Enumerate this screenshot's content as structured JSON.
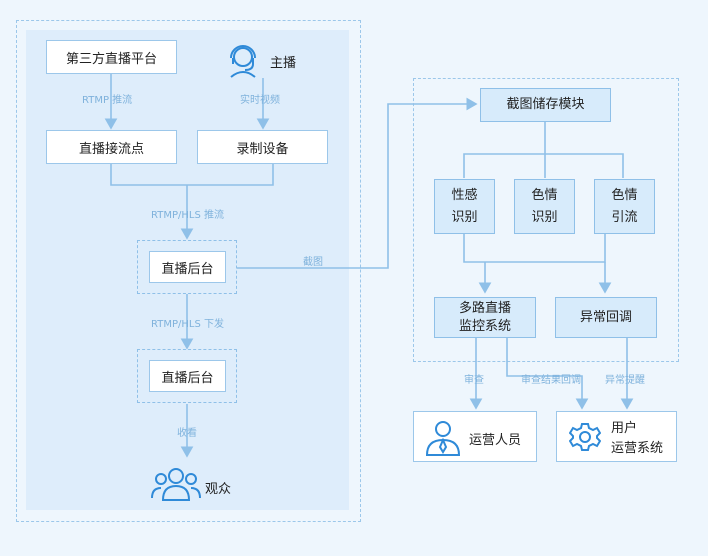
{
  "left": {
    "third_party_platform": "第三方直播平台",
    "anchor": "主播",
    "rtmp_push": "RTMP 推流",
    "realtime_video": "实时视频",
    "push_point": "直播接流点",
    "recording_device": "录制设备",
    "rtmp_hls_push": "RTMP/HLS 推流",
    "backend_1": "直播后台",
    "rtmp_hls_down": "RTMP/HLS 下发",
    "backend_2": "直播后台",
    "watch": "收看",
    "audience": "观众"
  },
  "screenshot_label": "截图",
  "right": {
    "storage_module": "截图储存模块",
    "porn_line1": "性感",
    "porn_line2": "识别",
    "erotic_line1": "色情",
    "erotic_line2": "识别",
    "lure_line1": "色情",
    "lure_line2": "引流",
    "monitor_line1": "多路直播",
    "monitor_line2": "监控系统",
    "abnormal_callback": "异常回调"
  },
  "bottom": {
    "review": "审查",
    "review_callback": "审查结果回调",
    "abnormal_alert": "异常提醒",
    "operators": "运营人员",
    "user_line1": "用户",
    "user_line2": "运营系统"
  },
  "colors": {
    "line": "#8fc0e8",
    "icon": "#2f8ad8",
    "label": "#7fb2dc"
  }
}
